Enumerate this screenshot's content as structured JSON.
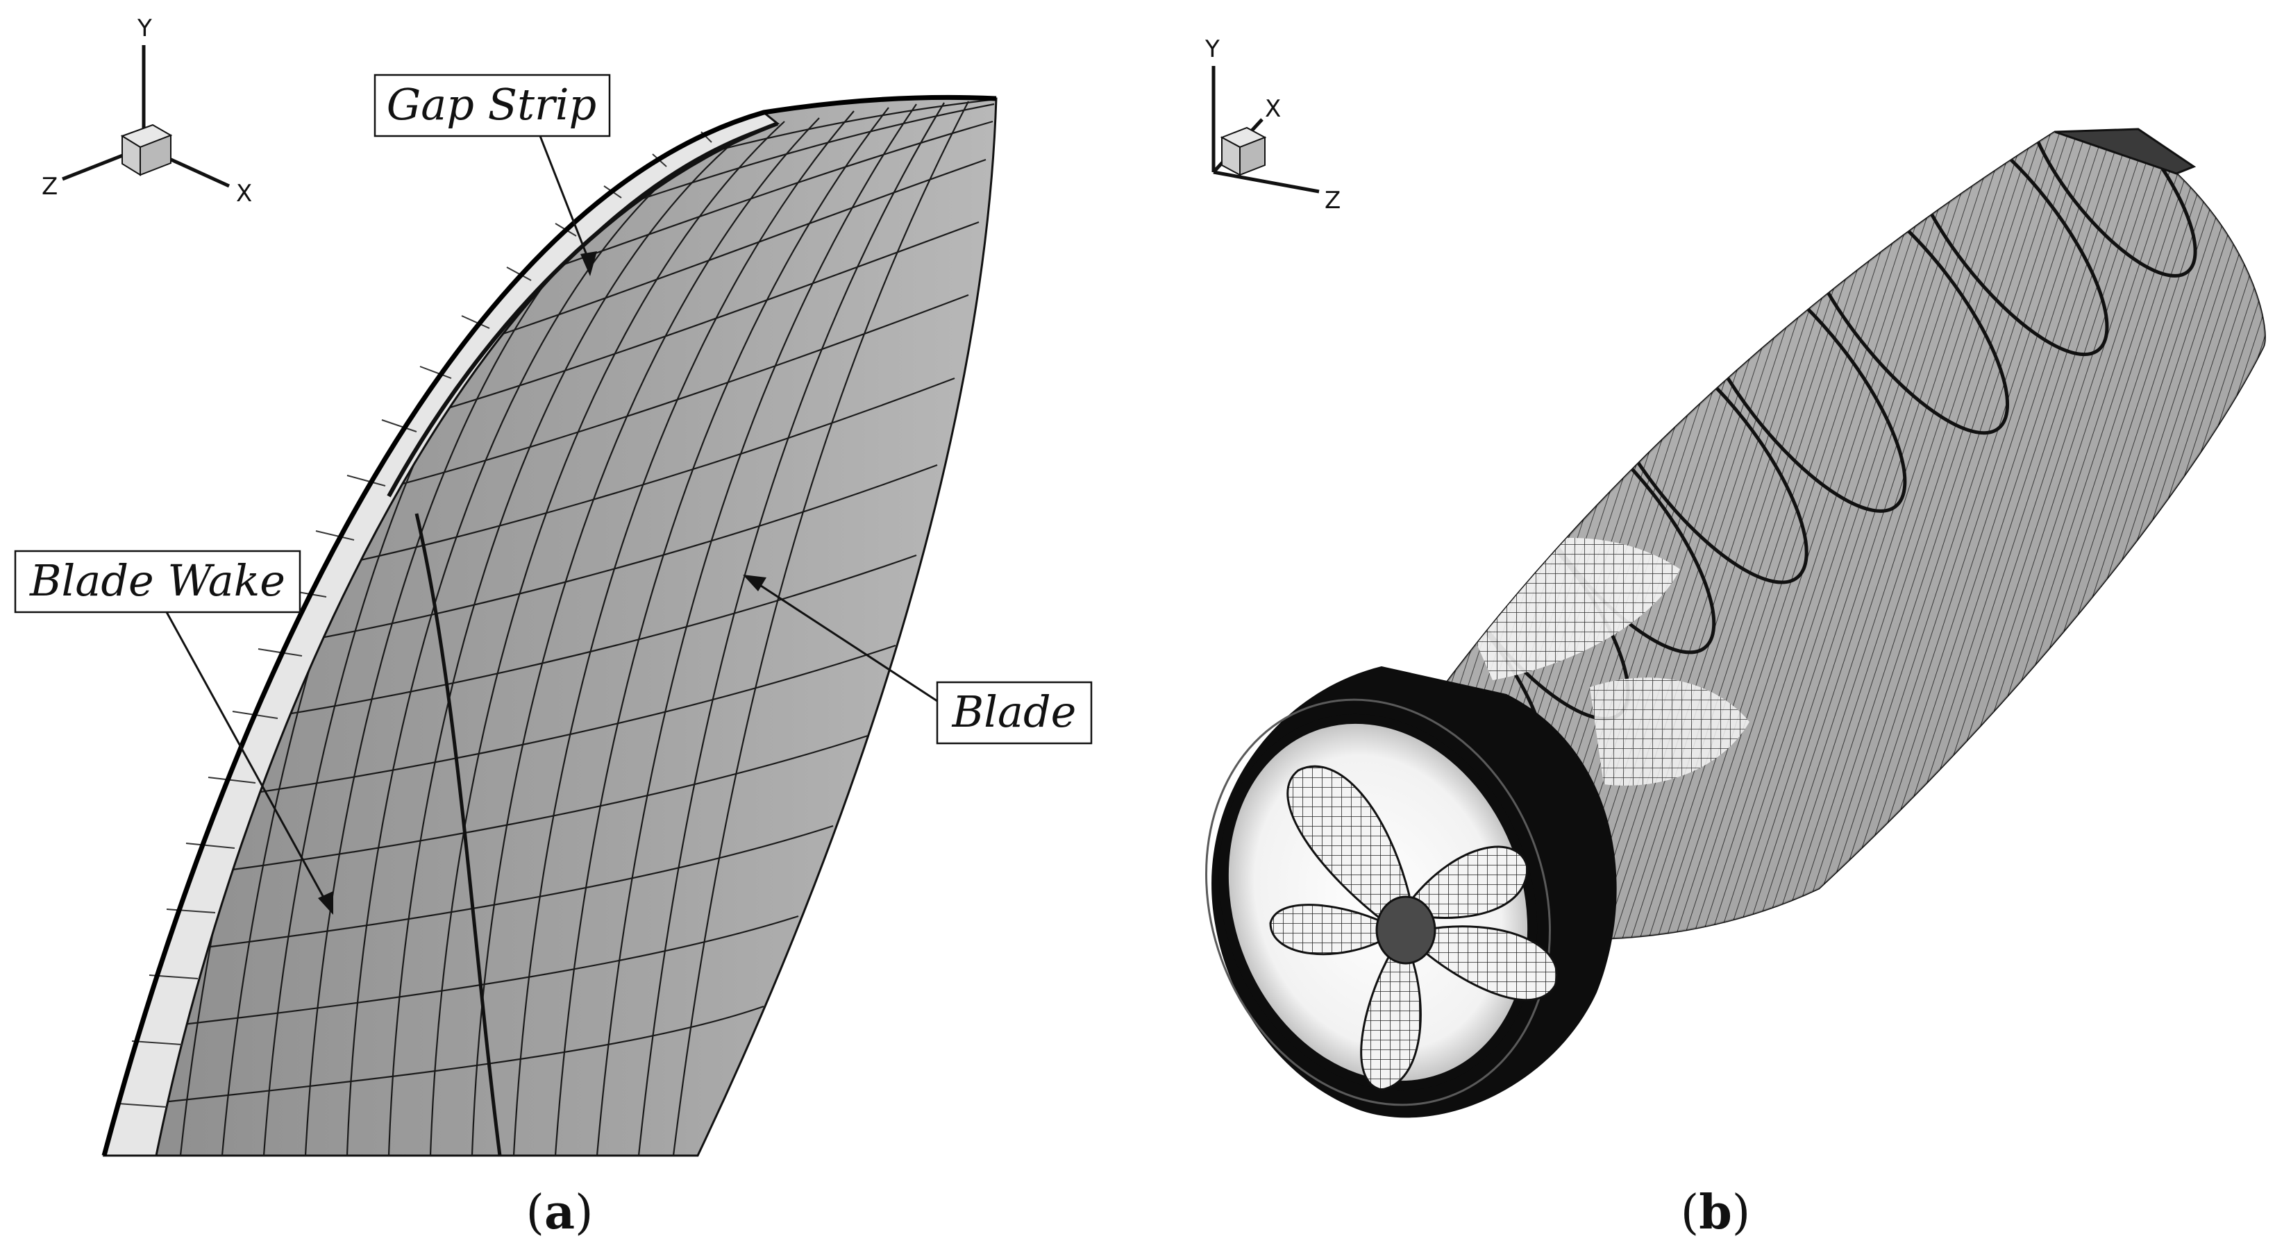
{
  "panel_a": {
    "axes": {
      "y": "Y",
      "z": "Z",
      "x": "X"
    },
    "callouts": {
      "gap_strip": "Gap Strip",
      "blade_wake": "Blade Wake",
      "blade": "Blade"
    },
    "caption": {
      "open": "(",
      "letter": "a",
      "close": ")"
    }
  },
  "panel_b": {
    "axes": {
      "y": "Y",
      "x": "X",
      "z": "Z"
    },
    "caption": {
      "open": "(",
      "letter": "b",
      "close": ")"
    }
  },
  "colors": {
    "blade_surface": "#9a9a9a",
    "wake_strip": "#e6e6e6",
    "mesh_line": "#1a1a1a",
    "duct": "#0d0d0d",
    "body_panels": "#a8a8a8"
  }
}
